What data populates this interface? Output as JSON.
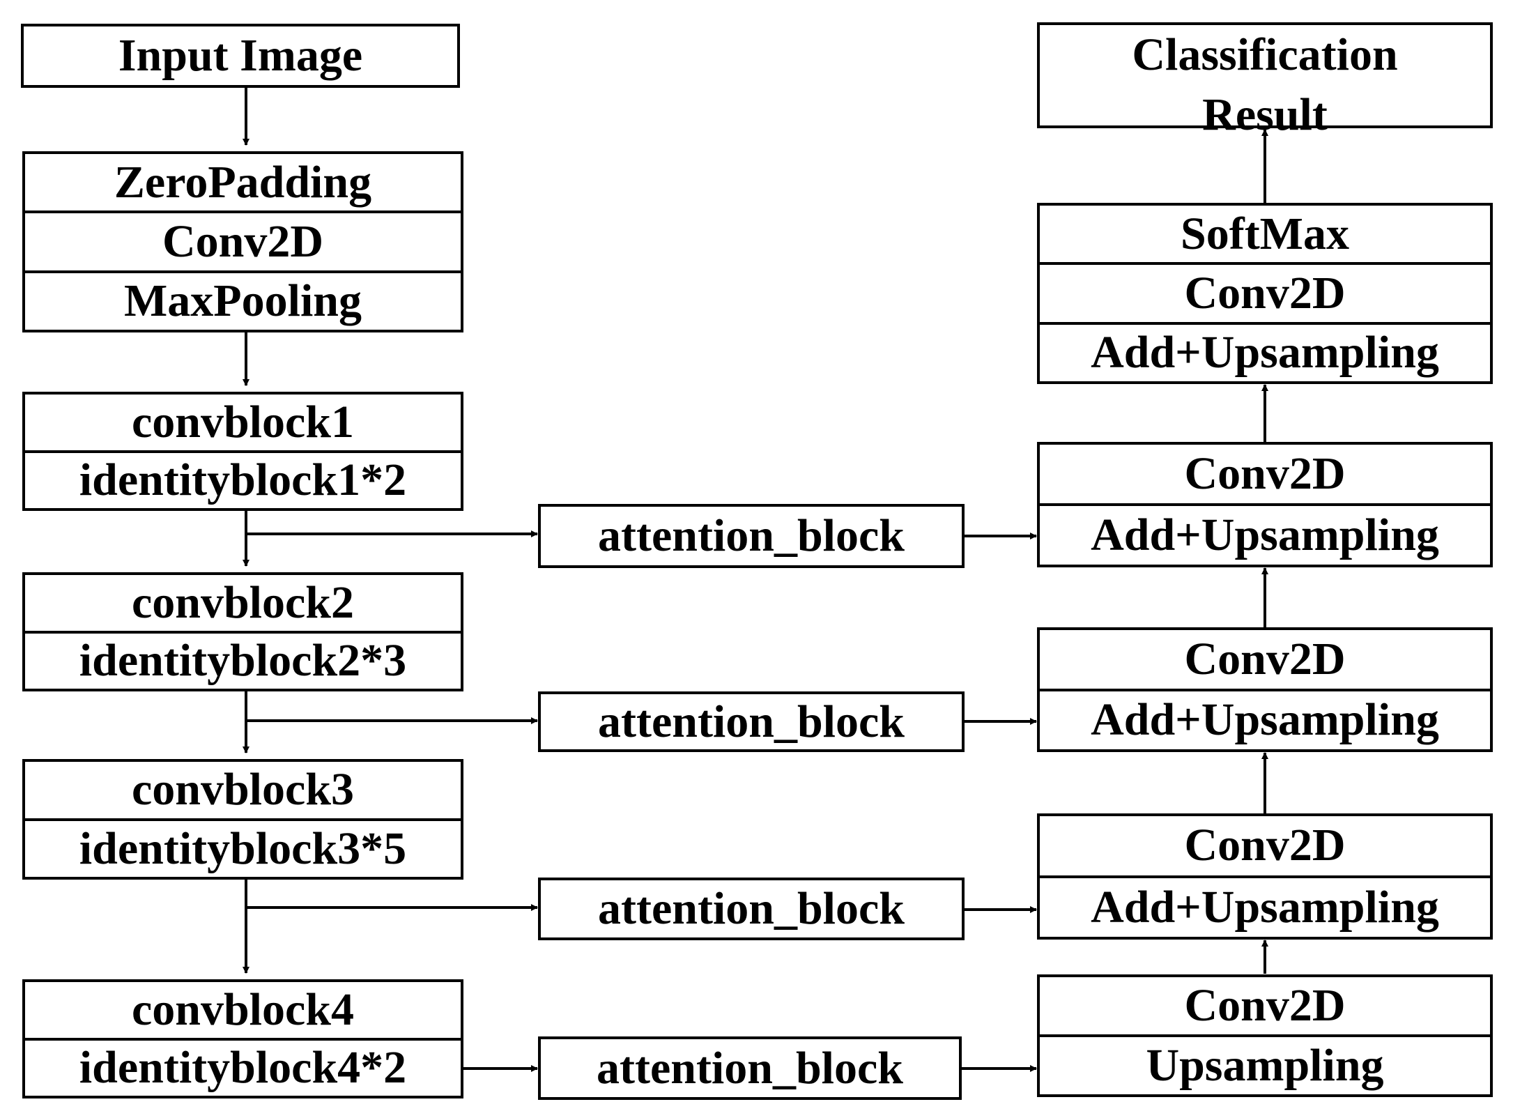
{
  "left_column": {
    "input": "Input Image",
    "stem": [
      "ZeroPadding",
      "Conv2D",
      "MaxPooling"
    ],
    "block1": [
      "convblock1",
      "identityblock1*2"
    ],
    "block2": [
      "convblock2",
      "identityblock2*3"
    ],
    "block3": [
      "convblock3",
      "identityblock3*5"
    ],
    "block4": [
      "convblock4",
      "identityblock4*2"
    ]
  },
  "middle_column": {
    "attention": [
      "attention_block",
      "attention_block",
      "attention_block",
      "attention_block"
    ]
  },
  "right_column": {
    "result": [
      "Classification",
      "Result"
    ],
    "head": [
      "SoftMax",
      "Conv2D",
      "Add+Upsampling"
    ],
    "up3": [
      "Conv2D",
      "Add+Upsampling"
    ],
    "up2": [
      "Conv2D",
      "Add+Upsampling"
    ],
    "up1": [
      "Conv2D",
      "Add+Upsampling"
    ],
    "up0": [
      "Conv2D",
      "Upsampling"
    ]
  }
}
